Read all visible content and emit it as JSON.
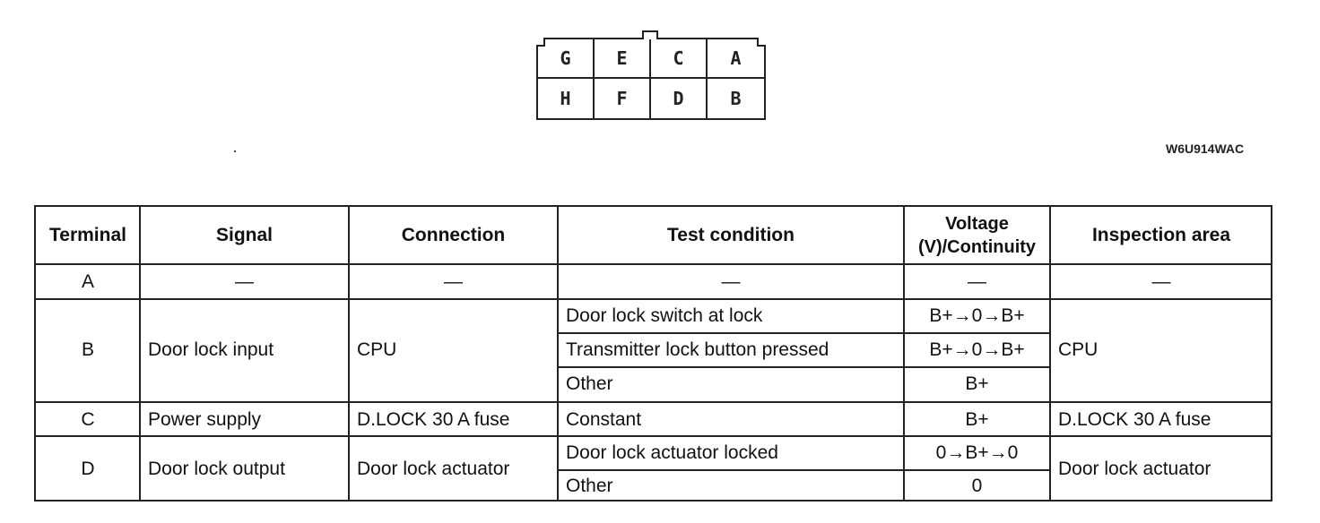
{
  "connector": {
    "pins_top": [
      "G",
      "E",
      "C",
      "A"
    ],
    "pins_bottom": [
      "H",
      "F",
      "D",
      "B"
    ]
  },
  "figure_code": "W6U914WAC",
  "table": {
    "headers": {
      "terminal": "Terminal",
      "signal": "Signal",
      "connection": "Connection",
      "test_condition": "Test condition",
      "voltage_line1": "Voltage",
      "voltage_line2": "(V)/Continuity",
      "inspection_area": "Inspection area"
    },
    "rows": {
      "A": {
        "terminal": "A",
        "signal": "—",
        "connection": "—",
        "test_condition": "—",
        "voltage": "—",
        "inspection_area": "—"
      },
      "B": {
        "terminal": "B",
        "signal": "Door lock input",
        "connection": "CPU",
        "conditions": [
          {
            "test": "Door lock switch at lock",
            "voltage": "B+→0→B+"
          },
          {
            "test": "Transmitter lock button pressed",
            "voltage": "B+→0→B+"
          },
          {
            "test": "Other",
            "voltage": "B+"
          }
        ],
        "inspection_area": "CPU"
      },
      "C": {
        "terminal": "C",
        "signal": "Power supply",
        "connection": "D.LOCK 30 A fuse",
        "test_condition": "Constant",
        "voltage": "B+",
        "inspection_area": "D.LOCK 30 A fuse"
      },
      "D": {
        "terminal": "D",
        "signal": "Door lock output",
        "connection": "Door lock actuator",
        "conditions": [
          {
            "test": "Door lock actuator locked",
            "voltage": "0→B+→0"
          },
          {
            "test": "Other",
            "voltage": "0"
          }
        ],
        "inspection_area": "Door lock actuator"
      }
    }
  }
}
